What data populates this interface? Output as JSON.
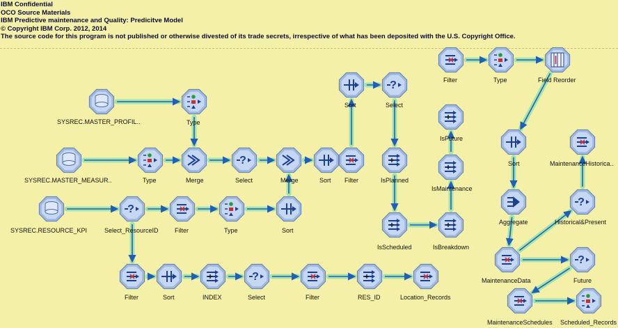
{
  "header": {
    "line1": "IBM Confidential",
    "line2": "OCO Source Materials",
    "line3": "IBM Predictive maintenance and Quality: Predicitve Model",
    "line4": "© Copyright IBM Corp. 2012, 2014",
    "line5": "The source code for this program is not published or otherwise  divested of its trade secrets, irrespective of what has been deposited with the U.S. Copyright Office."
  },
  "colors": {
    "background": "#f4f0a8",
    "node_fill": "#a9c3e8",
    "connector": "#1f5fb8",
    "highlight": "#8fe0b0"
  },
  "nodes": [
    {
      "id": "db1",
      "label": "SYSREC.MASTER_PROFIL..",
      "icon": "database-icon"
    },
    {
      "id": "db2",
      "label": "SYSREC.MASTER_MEASUR..",
      "icon": "database-icon"
    },
    {
      "id": "db3",
      "label": "SYSREC.RESOURCE_KPI",
      "icon": "database-icon"
    },
    {
      "id": "type_top",
      "label": "Type",
      "icon": "type-icon"
    },
    {
      "id": "type2",
      "label": "Type",
      "icon": "type-icon"
    },
    {
      "id": "merge",
      "label": "Merge",
      "icon": "merge-icon"
    },
    {
      "id": "select1",
      "label": "Select",
      "icon": "select-icon"
    },
    {
      "id": "merge2",
      "label": "Merge",
      "icon": "merge-icon"
    },
    {
      "id": "sort1",
      "label": "Sort",
      "icon": "sort-icon"
    },
    {
      "id": "filter1",
      "label": "Filter",
      "icon": "filter-icon"
    },
    {
      "id": "sort_top",
      "label": "Sort",
      "icon": "sort-icon"
    },
    {
      "id": "select_top",
      "label": "Select",
      "icon": "select-icon"
    },
    {
      "id": "isplanned",
      "label": "IsPlanned",
      "icon": "derive-icon"
    },
    {
      "id": "isscheduled",
      "label": "IsScheduled",
      "icon": "derive-icon"
    },
    {
      "id": "isbreakdown",
      "label": "IsBreakdown",
      "icon": "derive-icon"
    },
    {
      "id": "ismaintenance",
      "label": "IsMaintenance",
      "icon": "derive-icon"
    },
    {
      "id": "isfuture",
      "label": "IsFuture",
      "icon": "derive-icon"
    },
    {
      "id": "select_rid",
      "label": "Select_ResourceID",
      "icon": "select-icon"
    },
    {
      "id": "filter2",
      "label": "Filter",
      "icon": "filter-icon"
    },
    {
      "id": "type3",
      "label": "Type",
      "icon": "type-icon"
    },
    {
      "id": "sort2",
      "label": "Sort",
      "icon": "sort-icon"
    },
    {
      "id": "filter_b1",
      "label": "Filter",
      "icon": "filter-icon"
    },
    {
      "id": "sort_b",
      "label": "Sort",
      "icon": "sort-icon"
    },
    {
      "id": "index",
      "label": "INDEX",
      "icon": "derive-icon"
    },
    {
      "id": "select_b",
      "label": "Select",
      "icon": "select-icon"
    },
    {
      "id": "filter_b2",
      "label": "Filter",
      "icon": "filter-icon"
    },
    {
      "id": "res_id",
      "label": "RES_ID",
      "icon": "derive-icon"
    },
    {
      "id": "loc",
      "label": "Location_Records",
      "icon": "filter-icon"
    },
    {
      "id": "filter_tr",
      "label": "Filter",
      "icon": "filter-icon"
    },
    {
      "id": "type_tr",
      "label": "Type",
      "icon": "type-icon"
    },
    {
      "id": "fieldreorder",
      "label": "Field Reorder",
      "icon": "field-reorder-icon"
    },
    {
      "id": "sort_r",
      "label": "Sort",
      "icon": "sort-icon"
    },
    {
      "id": "aggregate",
      "label": "Aggregate",
      "icon": "aggregate-icon"
    },
    {
      "id": "mhist",
      "label": "MaintenanceHistorica..",
      "icon": "filter-icon"
    },
    {
      "id": "histpresent",
      "label": "Historical&Present",
      "icon": "select-icon"
    },
    {
      "id": "mdata",
      "label": "MaintenanceData",
      "icon": "filter-icon"
    },
    {
      "id": "future",
      "label": "Future",
      "icon": "select-icon"
    },
    {
      "id": "msched",
      "label": "MaintenanceSchedules",
      "icon": "filter-icon"
    },
    {
      "id": "schedrec",
      "label": "Scheduled_Records",
      "icon": "type-icon"
    }
  ]
}
